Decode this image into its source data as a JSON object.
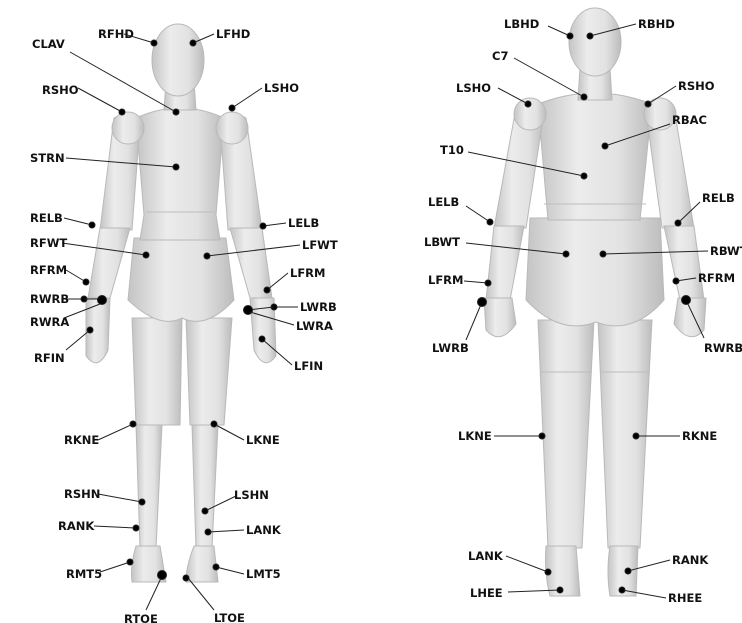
{
  "colors": {
    "skin_light": "#e6e6e6",
    "skin_dark": "#bdbdbd",
    "marker": "#000000",
    "leader": "#222222",
    "label": "#111111"
  },
  "front_view": {
    "markers": [
      {
        "id": "rfhd",
        "label": "RFHD"
      },
      {
        "id": "lfhd",
        "label": "LFHD"
      },
      {
        "id": "clav",
        "label": "CLAV"
      },
      {
        "id": "rsho",
        "label": "RSHO"
      },
      {
        "id": "lsho",
        "label": "LSHO"
      },
      {
        "id": "strn",
        "label": "STRN"
      },
      {
        "id": "relb",
        "label": "RELB"
      },
      {
        "id": "lelb",
        "label": "LELB"
      },
      {
        "id": "rfwt",
        "label": "RFWT"
      },
      {
        "id": "lfwt",
        "label": "LFWT"
      },
      {
        "id": "rfrm",
        "label": "RFRM"
      },
      {
        "id": "lfrm",
        "label": "LFRM"
      },
      {
        "id": "rwrb",
        "label": "RWRB"
      },
      {
        "id": "lwrb",
        "label": "LWRB"
      },
      {
        "id": "rwra",
        "label": "RWRA"
      },
      {
        "id": "lwra",
        "label": "LWRA"
      },
      {
        "id": "rfin",
        "label": "RFIN"
      },
      {
        "id": "lfin",
        "label": "LFIN"
      },
      {
        "id": "rkne",
        "label": "RKNE"
      },
      {
        "id": "lkne",
        "label": "LKNE"
      },
      {
        "id": "rshn",
        "label": "RSHN"
      },
      {
        "id": "lshn",
        "label": "LSHN"
      },
      {
        "id": "rank",
        "label": "RANK"
      },
      {
        "id": "lank",
        "label": "LANK"
      },
      {
        "id": "rmt5",
        "label": "RMT5"
      },
      {
        "id": "lmt5",
        "label": "LMT5"
      },
      {
        "id": "rtoe",
        "label": "RTOE"
      },
      {
        "id": "ltoe",
        "label": "LTOE"
      }
    ]
  },
  "back_view": {
    "markers": [
      {
        "id": "lbhd",
        "label": "LBHD"
      },
      {
        "id": "rbhd",
        "label": "RBHD"
      },
      {
        "id": "c7",
        "label": "C7"
      },
      {
        "id": "lsho",
        "label": "LSHO"
      },
      {
        "id": "rsho",
        "label": "RSHO"
      },
      {
        "id": "rbac",
        "label": "RBAC"
      },
      {
        "id": "t10",
        "label": "T10"
      },
      {
        "id": "lelb",
        "label": "LELB"
      },
      {
        "id": "relb",
        "label": "RELB"
      },
      {
        "id": "lbwt",
        "label": "LBWT"
      },
      {
        "id": "rbwt",
        "label": "RBWT"
      },
      {
        "id": "lfrm",
        "label": "LFRM"
      },
      {
        "id": "rfrm",
        "label": "RFRM"
      },
      {
        "id": "lwrb",
        "label": "LWRB"
      },
      {
        "id": "rwrb",
        "label": "RWRB"
      },
      {
        "id": "lkne",
        "label": "LKNE"
      },
      {
        "id": "rkne",
        "label": "RKNE"
      },
      {
        "id": "lank",
        "label": "LANK"
      },
      {
        "id": "rank",
        "label": "RANK"
      },
      {
        "id": "lhee",
        "label": "LHEE"
      },
      {
        "id": "rhee",
        "label": "RHEE"
      }
    ]
  }
}
